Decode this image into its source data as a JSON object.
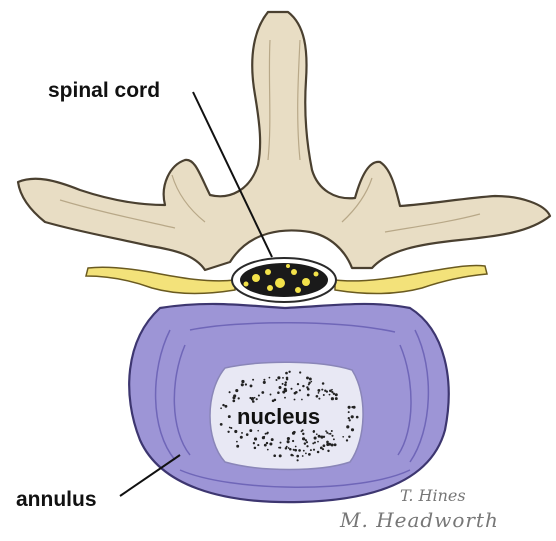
{
  "labels": {
    "spinal_cord": "spinal cord",
    "nucleus": "nucleus",
    "annulus": "annulus"
  },
  "signatures": {
    "artist_1": "T. Hines",
    "artist_2": "M. Headworth"
  },
  "colors": {
    "bone": "#e8ddc4",
    "bone_outline": "#4a4030",
    "nerve": "#f3e27a",
    "spinal_cord": "#f2e24a",
    "annulus": "#9d95d6",
    "annulus_dark": "#7d74c2",
    "nucleus": "#e8e8f4",
    "label_text": "#111111"
  }
}
